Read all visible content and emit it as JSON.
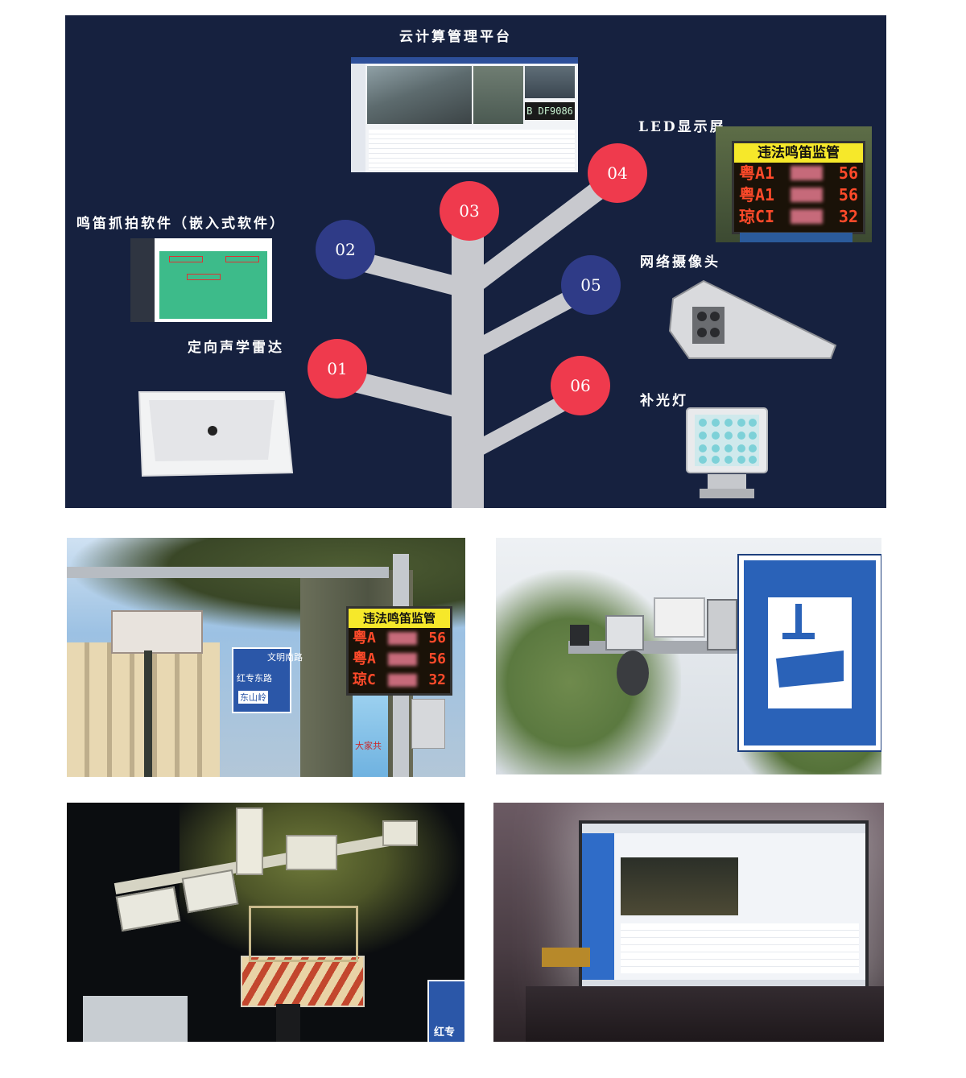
{
  "diagram": {
    "title": "云计算管理平台",
    "nodes": [
      "01",
      "02",
      "03",
      "04",
      "05",
      "06"
    ],
    "labels": {
      "led": "LED显示屏",
      "software": "鸣笛抓拍软件（嵌入式软件）",
      "radar": "定向声学雷达",
      "camera": "网络摄像头",
      "light": "补光灯"
    },
    "led_sign": {
      "header": "违法鸣笛监管",
      "rows": [
        {
          "left": "粤A1",
          "right": "56"
        },
        {
          "left": "粤A1",
          "right": "56"
        },
        {
          "left": "琼CI",
          "right": "32"
        }
      ]
    },
    "plate_text": "B DF9086",
    "colors": {
      "panel": "#16213f",
      "red": "#ef3a4d",
      "blue": "#2f3b87",
      "trunk": "#c8c9ce"
    }
  },
  "photos": {
    "p1": {
      "sign_header": "违法鸣笛监管",
      "rows": [
        {
          "left": "粤A",
          "right": "56"
        },
        {
          "left": "粤A",
          "right": "56"
        },
        {
          "left": "琼C",
          "right": "32"
        }
      ],
      "road_signs": [
        "文明南路",
        "红专东路",
        "东山岭"
      ],
      "banner_text": "大家共"
    },
    "p3": {
      "street_sign": "红专"
    }
  }
}
